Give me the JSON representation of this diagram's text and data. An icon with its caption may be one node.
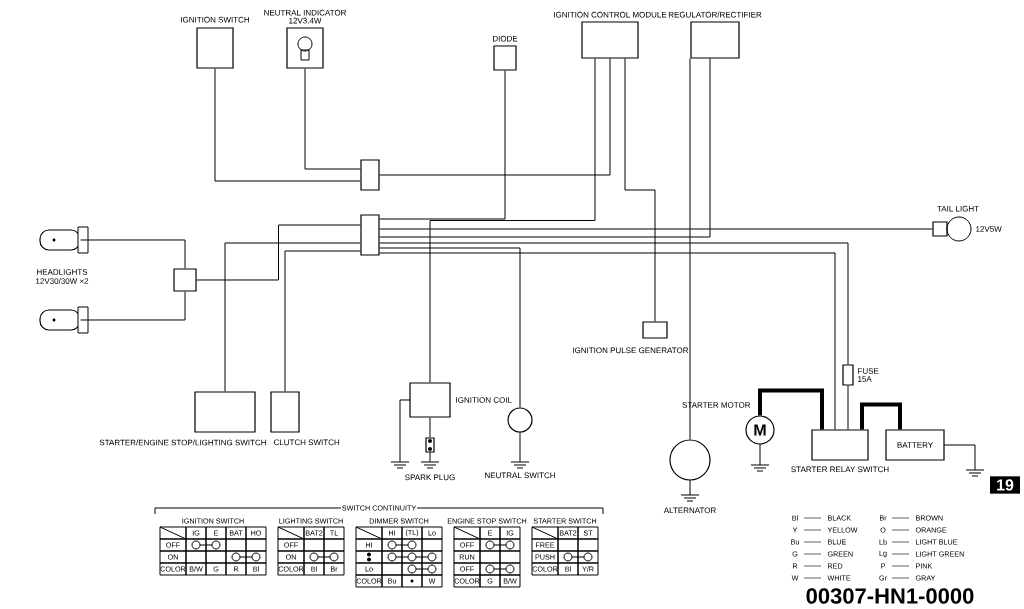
{
  "diagram": {
    "nodes": [
      {
        "text": [
          "IGNITION SWITCH"
        ]
      },
      {
        "text": [
          "NEUTRAL INDICATOR",
          "12V3.4W"
        ]
      },
      {
        "text": [
          "DIODE"
        ]
      },
      {
        "text": [
          "IGNITION CONTROL MODULE"
        ]
      },
      {
        "text": [
          "REGULATOR/RECTIFIER"
        ]
      },
      {
        "text": [
          "TAIL LIGHT",
          "12V5W"
        ]
      },
      {
        "text": [],
        "shape": "bulb"
      },
      {
        "text": [],
        "shape": "bulb"
      },
      {
        "text": [],
        "shape": "box"
      },
      {
        "text": [
          "STARTER/ENGINE STOP/LIGHTING SWITCH"
        ]
      },
      {
        "text": [
          "CLUTCH SWITCH"
        ]
      },
      {
        "text": [
          "IGNITION COIL"
        ]
      },
      {
        "text": [
          "SPARK PLUG"
        ]
      },
      {
        "text": [
          "NEUTRAL SWITCH"
        ]
      },
      {
        "text": [
          "IGNITION PULSE GENERATOR"
        ]
      },
      {
        "text": [
          "ALTERNATOR"
        ]
      },
      {
        "text": [
          "STARTER MOTOR",
          "M"
        ]
      },
      {
        "text": [
          "STARTER RELAY SWITCH"
        ]
      },
      {
        "text": [
          "BATTERY"
        ]
      },
      {
        "text": [
          "FUSE",
          "15A"
        ]
      },
      {
        "text": [],
        "shape": "box"
      },
      {
        "text": [],
        "shape": "box"
      }
    ],
    "edges": [
      {
        "from": 0,
        "to": 20,
        "arrow": "none"
      },
      {
        "from": 1,
        "to": 20,
        "arrow": "none"
      },
      {
        "from": 20,
        "to": 3,
        "arrow": "none"
      },
      {
        "from": 2,
        "to": 21,
        "arrow": "none"
      },
      {
        "from": 21,
        "to": 4,
        "arrow": "none"
      },
      {
        "from": 21,
        "to": 5,
        "arrow": "none"
      },
      {
        "from": 6,
        "to": 8,
        "arrow": "none"
      },
      {
        "from": 7,
        "to": 8,
        "arrow": "none"
      },
      {
        "from": 8,
        "to": 21,
        "arrow": "none"
      },
      {
        "from": 9,
        "to": 21,
        "arrow": "none"
      },
      {
        "from": 10,
        "to": 21,
        "arrow": "none"
      },
      {
        "from": 11,
        "to": 3,
        "arrow": "none"
      },
      {
        "from": 11,
        "to": 12,
        "arrow": "none"
      },
      {
        "from": 13,
        "to": 21,
        "arrow": "none"
      },
      {
        "from": 14,
        "to": 3,
        "arrow": "none"
      },
      {
        "from": 15,
        "to": 4,
        "arrow": "none"
      },
      {
        "from": 16,
        "to": 17,
        "arrow": "none",
        "style": "thick"
      },
      {
        "from": 19,
        "to": 17,
        "arrow": "none"
      },
      {
        "from": 18,
        "to": 17,
        "arrow": "none",
        "style": "thick"
      },
      {
        "from": 19,
        "to": 21,
        "arrow": "none"
      },
      {
        "from": 17,
        "to": 21,
        "arrow": "none"
      }
    ],
    "labels": [
      "HEADLIGHTS",
      "12V30/30W ×2",
      "19",
      "SWITCH CONTINUITY",
      "IGNITION SWITCH",
      "IG",
      "E",
      "BAT",
      "HO",
      "OFF",
      "ON",
      "COLOR",
      "B/W",
      "G",
      "R",
      "Bl",
      "LIGHTING SWITCH",
      "BAT2",
      "TL",
      "OFF",
      "ON",
      "COLOR",
      "Bl",
      "Br",
      "DIMMER SWITCH",
      "HI",
      "(TL)",
      "Lo",
      "HI",
      "Lo",
      "COLOR",
      "Bu",
      "W",
      "ENGINE STOP SWITCH",
      "E",
      "IG",
      "OFF",
      "RUN",
      "OFF",
      "COLOR",
      "G",
      "B/W",
      "STARTER SWITCH",
      "BAT2",
      "ST",
      "FREE",
      "PUSH",
      "COLOR",
      "Bl",
      "Y/R",
      "Bl",
      "Y",
      "Bu",
      "G",
      "R",
      "W",
      "Br",
      "O",
      "Lb",
      "Lg",
      "P",
      "Gr",
      "00307-HN1-0000"
    ],
    "legend": [
      {
        "text": "BLACK"
      },
      {
        "text": "YELLOW"
      },
      {
        "text": "BLUE"
      },
      {
        "text": "GREEN"
      },
      {
        "text": "RED"
      },
      {
        "text": "WHITE"
      },
      {
        "text": "BROWN"
      },
      {
        "text": "ORANGE"
      },
      {
        "text": "LIGHT BLUE"
      },
      {
        "text": "LIGHT GREEN"
      },
      {
        "text": "PINK"
      },
      {
        "text": "GRAY"
      }
    ]
  }
}
